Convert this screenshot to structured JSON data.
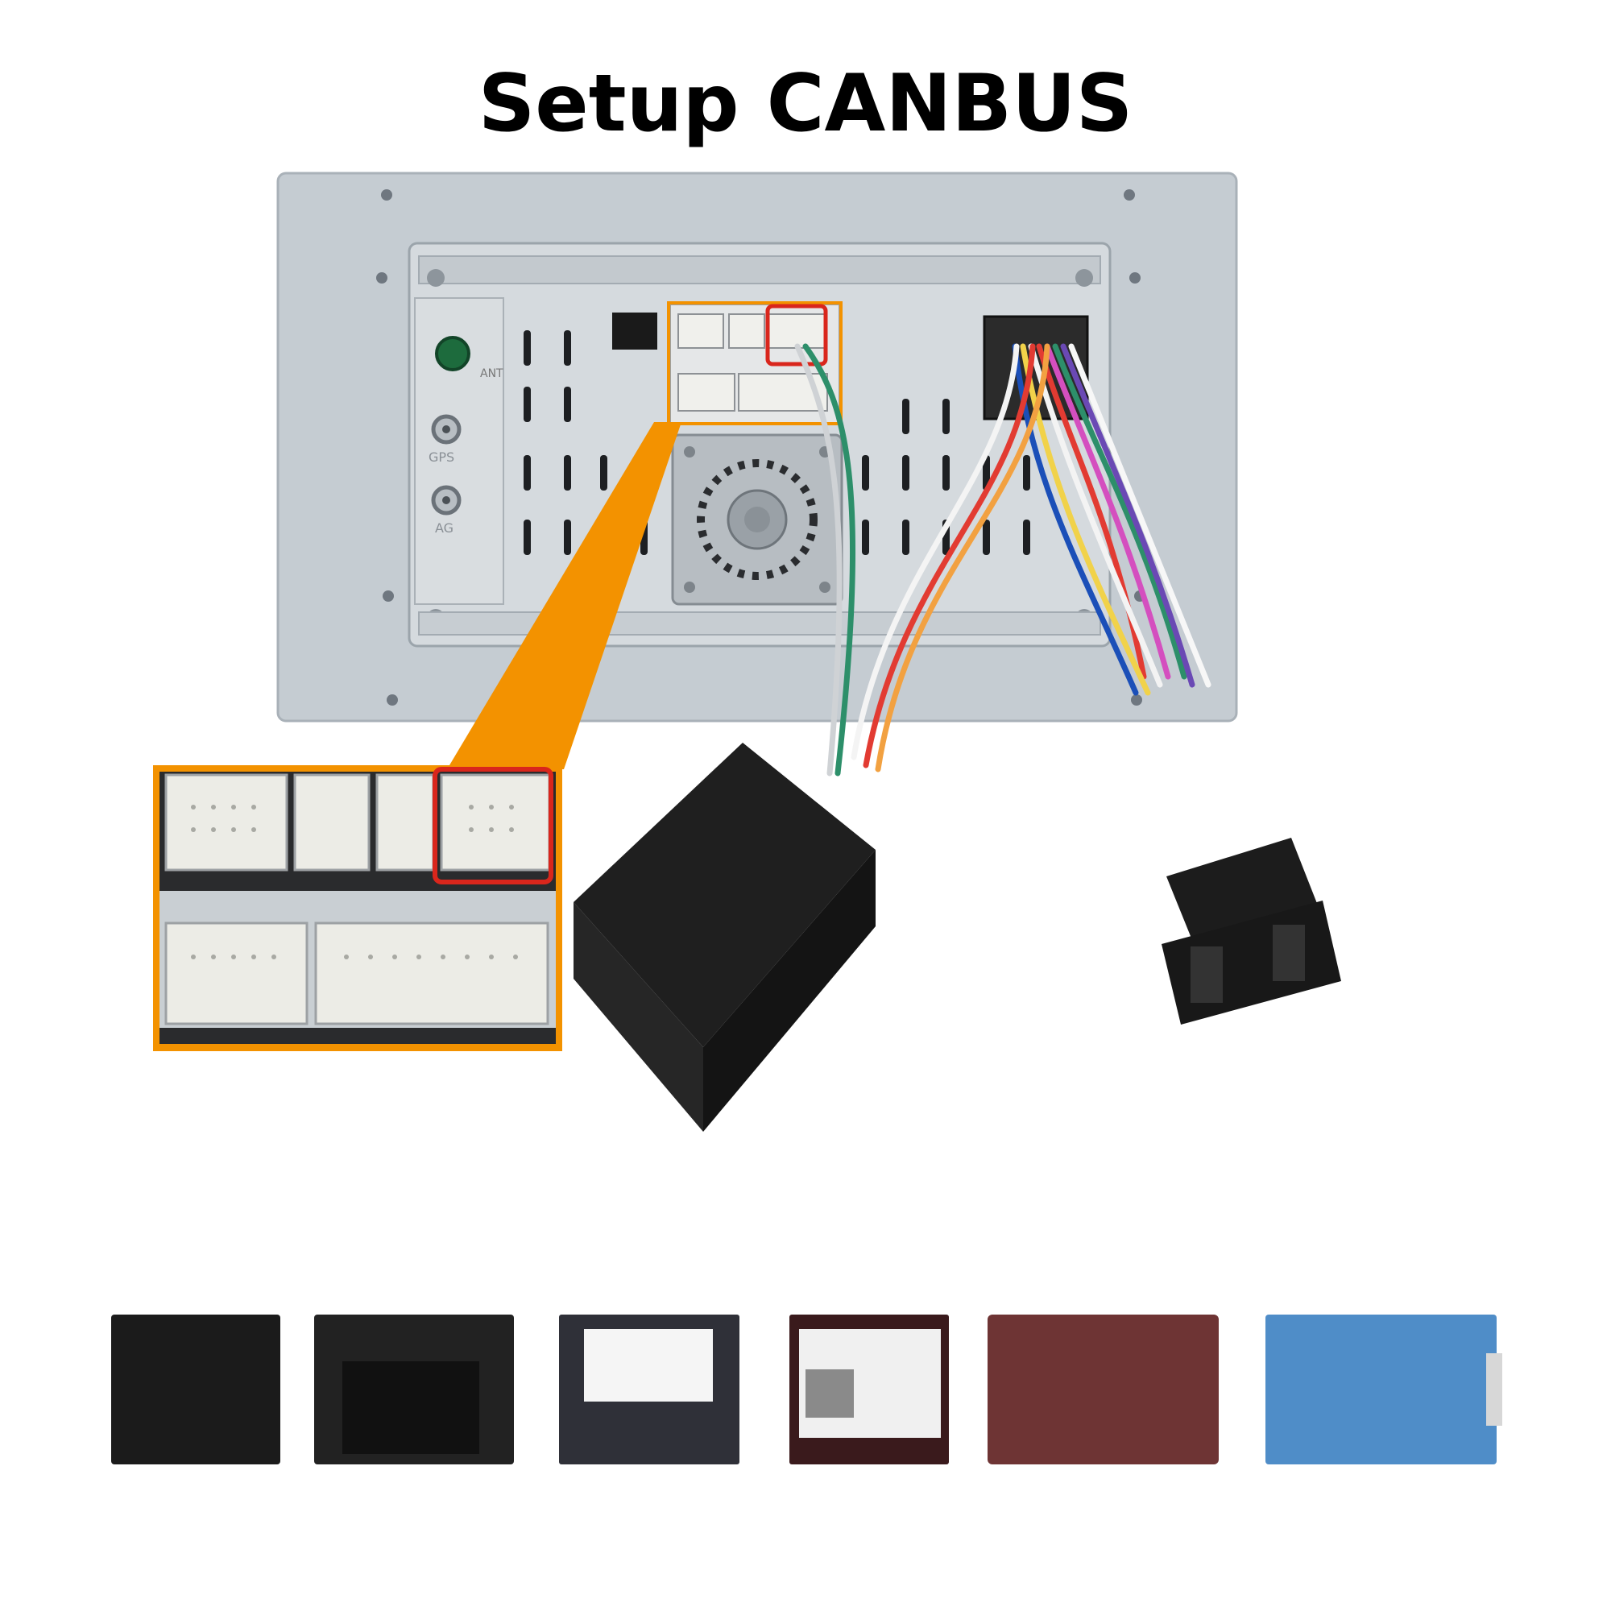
{
  "title": "Setup CANBUS",
  "panel_labels": {
    "ant": "ANT",
    "gps": "GPS",
    "ag": "AG"
  },
  "accent_colors": {
    "callout": "#f39200",
    "highlight": "#d9261c"
  },
  "canbus_box_variants": [
    {
      "name": "black-plain",
      "color": "#1b1b1b"
    },
    {
      "name": "black-window",
      "color": "#222222"
    },
    {
      "name": "dark-label",
      "color": "#2f3038"
    },
    {
      "name": "dark-red-sticker",
      "color": "#3a1a1c"
    },
    {
      "name": "maroon",
      "color": "#6e3434"
    },
    {
      "name": "blue",
      "color": "#4f8dc8"
    }
  ]
}
